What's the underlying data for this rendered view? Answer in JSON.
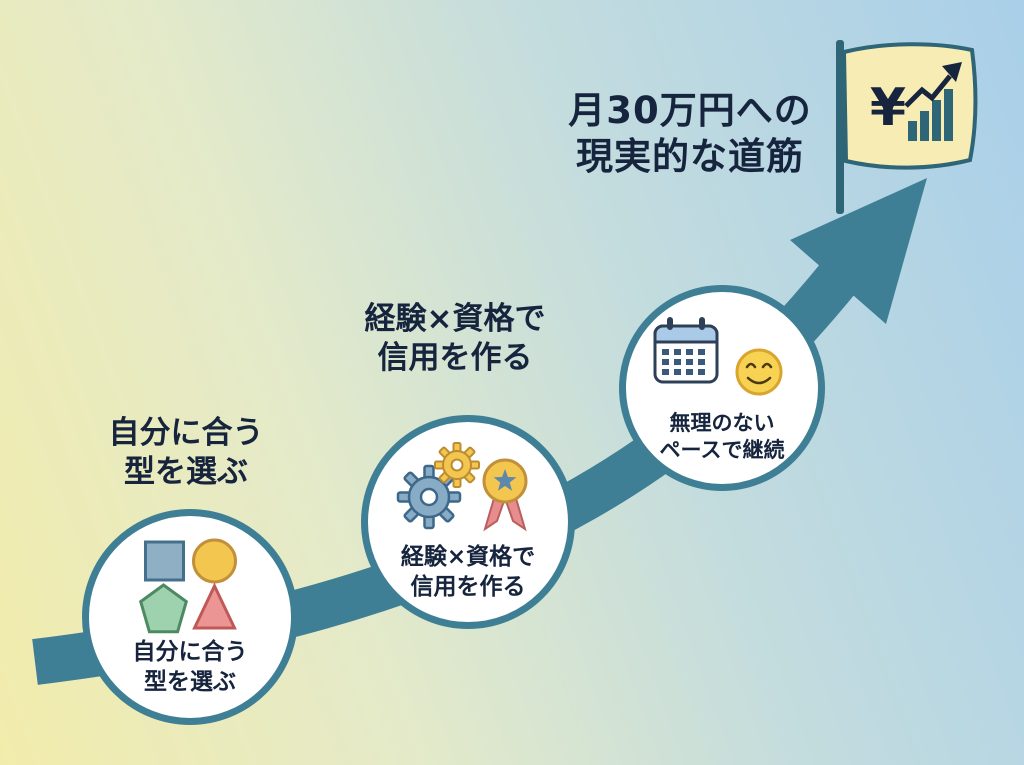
{
  "title": "月30万円への\n現実的な道筋",
  "flag": {
    "currency_symbol": "¥"
  },
  "steps": [
    {
      "label": "自分に合う\n型を選ぶ",
      "circle_text": "自分に合う\n型を選ぶ",
      "icon": "shapes-icon"
    },
    {
      "label": "経験×資格で\n信用を作る",
      "circle_text": "経験×資格で\n信用を作る",
      "icon": "gears-and-medal-icon"
    },
    {
      "label": "",
      "circle_text": "無理のない\nペースで継続",
      "icon": "calendar-and-smiley-icon"
    }
  ],
  "colors": {
    "background_start": "#f2ecac",
    "background_end": "#a9cfe9",
    "arrow": "#3f7f95",
    "circle_border": "#3f7f95",
    "text": "#16243d",
    "flag_fill": "#f6ecb4",
    "flag_border": "#2e6577"
  }
}
